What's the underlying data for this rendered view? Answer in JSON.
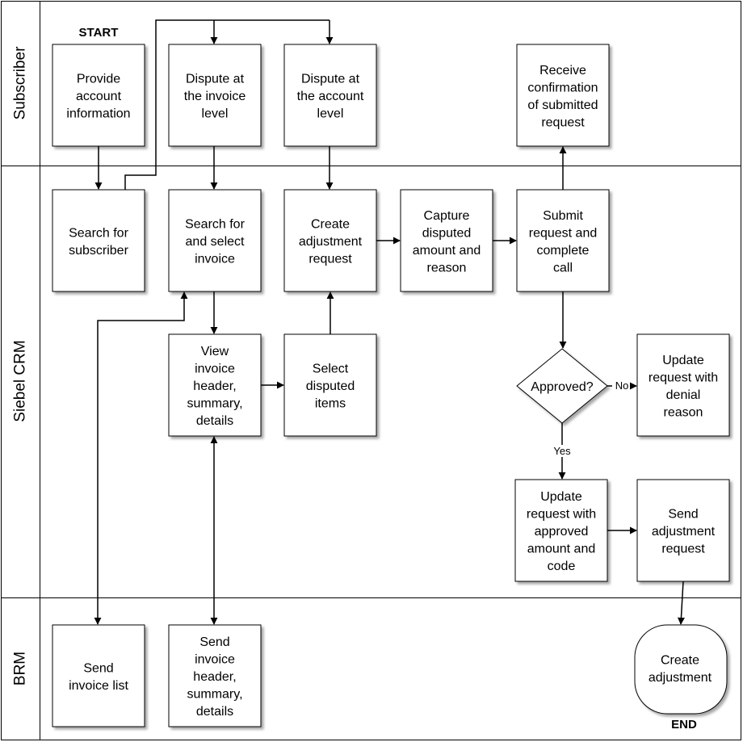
{
  "lanes": {
    "subscriber": "Subscriber",
    "siebel": "Siebel CRM",
    "brm": "BRM"
  },
  "markers": {
    "start": "START",
    "end": "END"
  },
  "nodes": {
    "provide_account": [
      "Provide",
      "account",
      "information"
    ],
    "dispute_invoice": [
      "Dispute at",
      "the invoice",
      "level"
    ],
    "dispute_account": [
      "Dispute at",
      "the account",
      "level"
    ],
    "receive_confirmation": [
      "Receive",
      "confirmation",
      "of submitted",
      "request"
    ],
    "search_subscriber": [
      "Search for",
      "subscriber"
    ],
    "search_invoice": [
      "Search for",
      "and select",
      "invoice"
    ],
    "create_adjustment_request": [
      "Create",
      "adjustment",
      "request"
    ],
    "capture_disputed": [
      "Capture",
      "disputed",
      "amount and",
      "reason"
    ],
    "submit_request": [
      "Submit",
      "request and",
      "complete",
      "call"
    ],
    "view_invoice": [
      "View",
      "invoice",
      "header,",
      "summary,",
      "details"
    ],
    "select_disputed": [
      "Select",
      "disputed",
      "items"
    ],
    "approved": [
      "Approved?"
    ],
    "update_denial": [
      "Update",
      "request with",
      "denial",
      "reason"
    ],
    "update_approved": [
      "Update",
      "request with",
      "approved",
      "amount and",
      "code"
    ],
    "send_adjustment": [
      "Send",
      "adjustment",
      "request"
    ],
    "send_invoice_list": [
      "Send",
      "invoice list"
    ],
    "send_invoice_header": [
      "Send",
      "invoice",
      "header,",
      "summary,",
      "details"
    ],
    "create_adjustment": [
      "Create",
      "adjustment"
    ]
  },
  "edge_labels": {
    "no": "No",
    "yes": "Yes"
  }
}
